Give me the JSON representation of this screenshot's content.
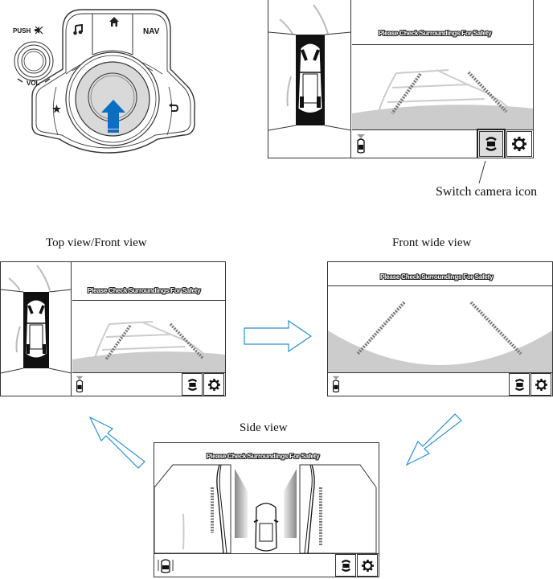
{
  "controller": {
    "push_label": "PUSH",
    "vol_label": "VOL",
    "nav_label": "NAV",
    "buttons": [
      "music-button",
      "home-button",
      "nav-button",
      "favorites-button",
      "back-button"
    ],
    "highlight_direction": "up",
    "accent_color": "#0a6fc2"
  },
  "screens": {
    "main": {
      "message": "Please Check Surroundings For Safety",
      "switch_label": "Switch camera icon"
    },
    "top_front": {
      "caption": "Top view/Front view",
      "message": "Please Check Surroundings For Safety"
    },
    "front_wide": {
      "caption": "Front wide view",
      "message": "Please Check Surroundings For Safety"
    },
    "side": {
      "caption": "Side view",
      "message": "Please Check Surroundings For Safety"
    }
  },
  "arrow_color": "#2a8fd0"
}
